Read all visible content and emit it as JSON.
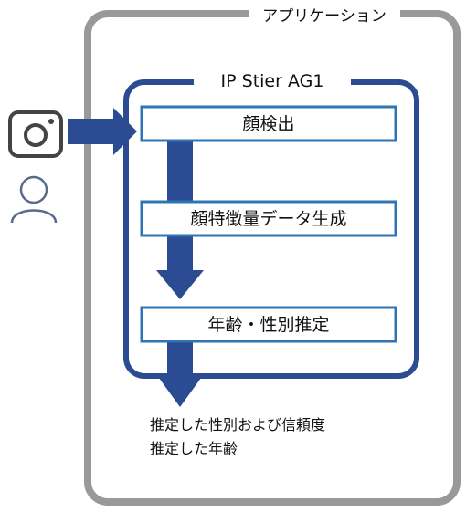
{
  "application": {
    "title": "アプリケーション"
  },
  "engine": {
    "title": "IP Stier AG1"
  },
  "steps": [
    {
      "label": "顔検出"
    },
    {
      "label": "顔特徴量データ生成"
    },
    {
      "label": "年齢・性別推定"
    }
  ],
  "outputs": [
    {
      "label": "推定した性別および信頼度"
    },
    {
      "label": "推定した年齢"
    }
  ],
  "icons": {
    "camera": "camera-icon",
    "person": "person-icon"
  },
  "colors": {
    "outer_border": "#999999",
    "engine_border": "#2b4c93",
    "step_border": "#2e75b6",
    "arrow_fill": "#2b4c93",
    "arrow_stroke": "#1f3a75",
    "icon_dark": "#444444",
    "icon_light": "#5a6a8a"
  }
}
